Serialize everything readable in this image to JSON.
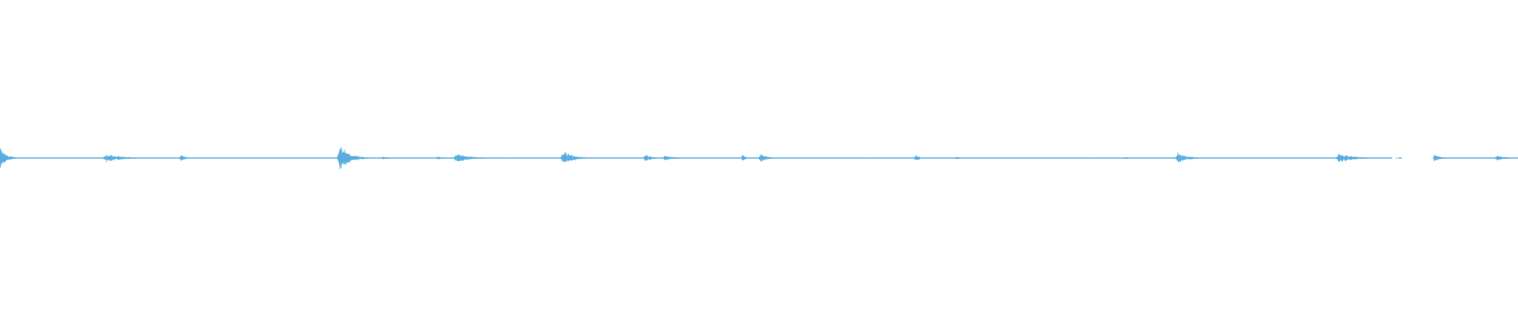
{
  "waveform": {
    "color": "#5aade0",
    "baseline_color": "#63b2e4",
    "background": "#ffffff",
    "baseline_level": 0.0,
    "gaps": [
      [
        0.917,
        0.921
      ],
      [
        0.923,
        0.944
      ]
    ],
    "peaks": [
      {
        "t": 0.0,
        "a": 0.075,
        "w": 0.004
      },
      {
        "t": 0.07,
        "a": 0.03,
        "w": 0.01
      },
      {
        "t": 0.119,
        "a": 0.025,
        "w": 0.003
      },
      {
        "t": 0.224,
        "a": 0.095,
        "w": 0.006
      },
      {
        "t": 0.252,
        "a": 0.012,
        "w": 0.004
      },
      {
        "t": 0.288,
        "a": 0.012,
        "w": 0.004
      },
      {
        "t": 0.301,
        "a": 0.035,
        "w": 0.008
      },
      {
        "t": 0.371,
        "a": 0.06,
        "w": 0.006
      },
      {
        "t": 0.425,
        "a": 0.03,
        "w": 0.004
      },
      {
        "t": 0.438,
        "a": 0.02,
        "w": 0.006
      },
      {
        "t": 0.489,
        "a": 0.03,
        "w": 0.002
      },
      {
        "t": 0.501,
        "a": 0.035,
        "w": 0.004
      },
      {
        "t": 0.603,
        "a": 0.025,
        "w": 0.003
      },
      {
        "t": 0.63,
        "a": 0.01,
        "w": 0.003
      },
      {
        "t": 0.741,
        "a": 0.01,
        "w": 0.003
      },
      {
        "t": 0.776,
        "a": 0.04,
        "w": 0.006
      },
      {
        "t": 0.882,
        "a": 0.04,
        "w": 0.008
      },
      {
        "t": 0.945,
        "a": 0.04,
        "w": 0.003
      },
      {
        "t": 0.986,
        "a": 0.02,
        "w": 0.006
      }
    ]
  }
}
